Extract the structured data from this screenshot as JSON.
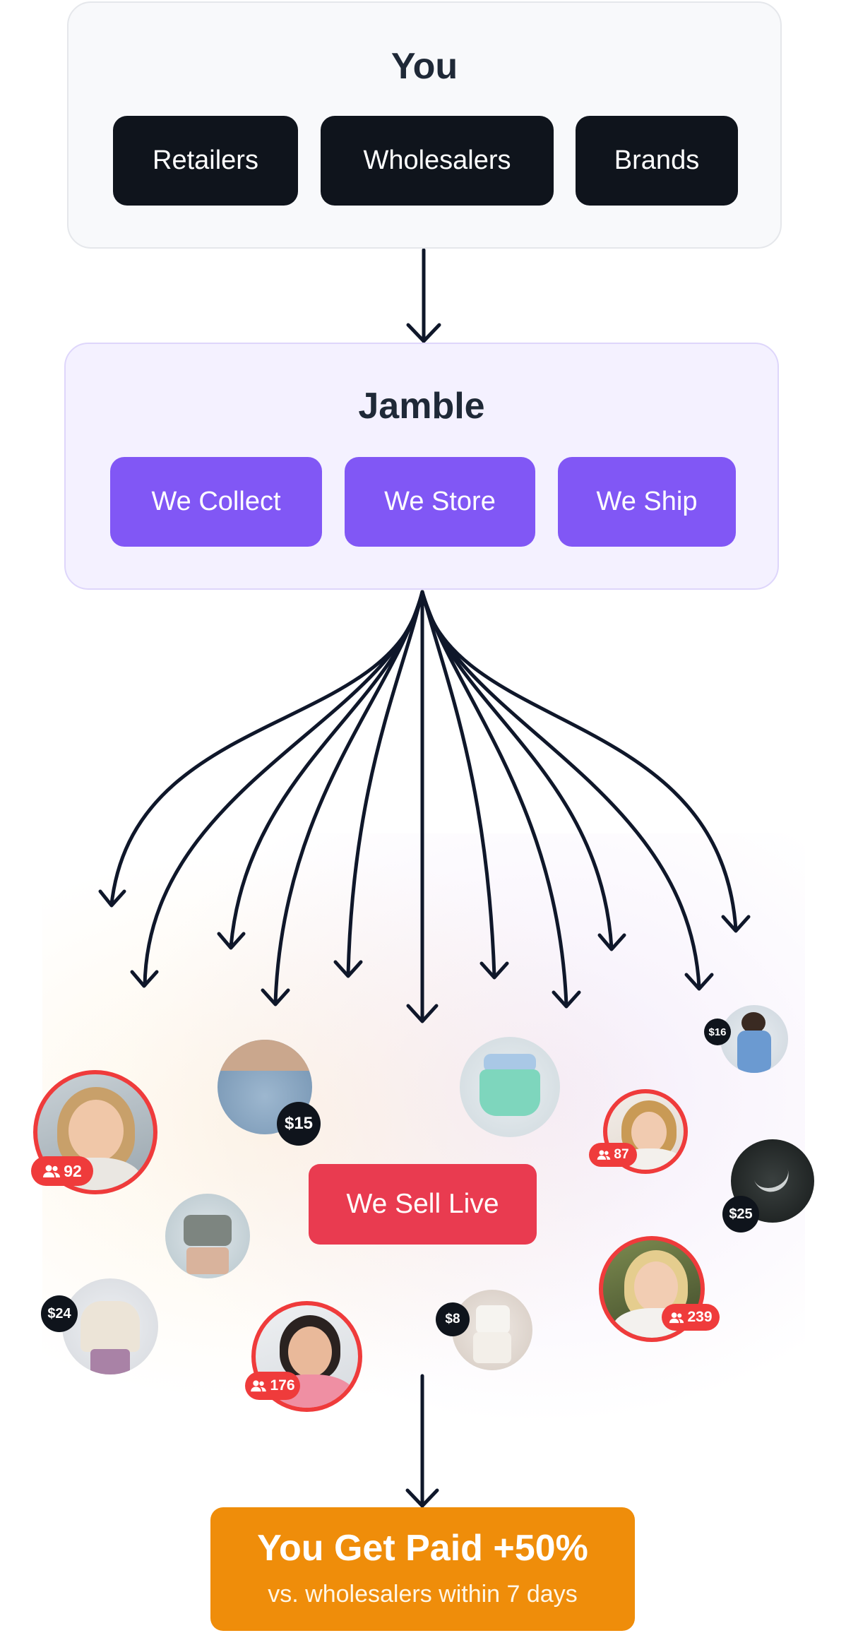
{
  "you": {
    "title": "You",
    "buttons": [
      "Retailers",
      "Wholesalers",
      "Brands"
    ]
  },
  "jamble": {
    "title": "Jamble",
    "buttons": [
      "We Collect",
      "We Store",
      "We Ship"
    ]
  },
  "sell_live": {
    "label": "We Sell Live"
  },
  "get_paid": {
    "headline": "You Get Paid +50%",
    "sub": "vs. wholesalers within 7 days"
  },
  "sellers": [
    {
      "viewers": "92"
    },
    {
      "viewers": "176"
    },
    {
      "viewers": "87"
    },
    {
      "viewers": "239"
    }
  ],
  "products": [
    {
      "price": "$15"
    },
    {
      "price": "$24"
    },
    {
      "price": "$8"
    },
    {
      "price": "$16"
    },
    {
      "price": "$25"
    }
  ],
  "colors": {
    "dark": "#0f141c",
    "purple": "#8157f5",
    "live_red": "#e93b50",
    "ring_red": "#ef3b3b",
    "orange": "#ef8d0a"
  }
}
